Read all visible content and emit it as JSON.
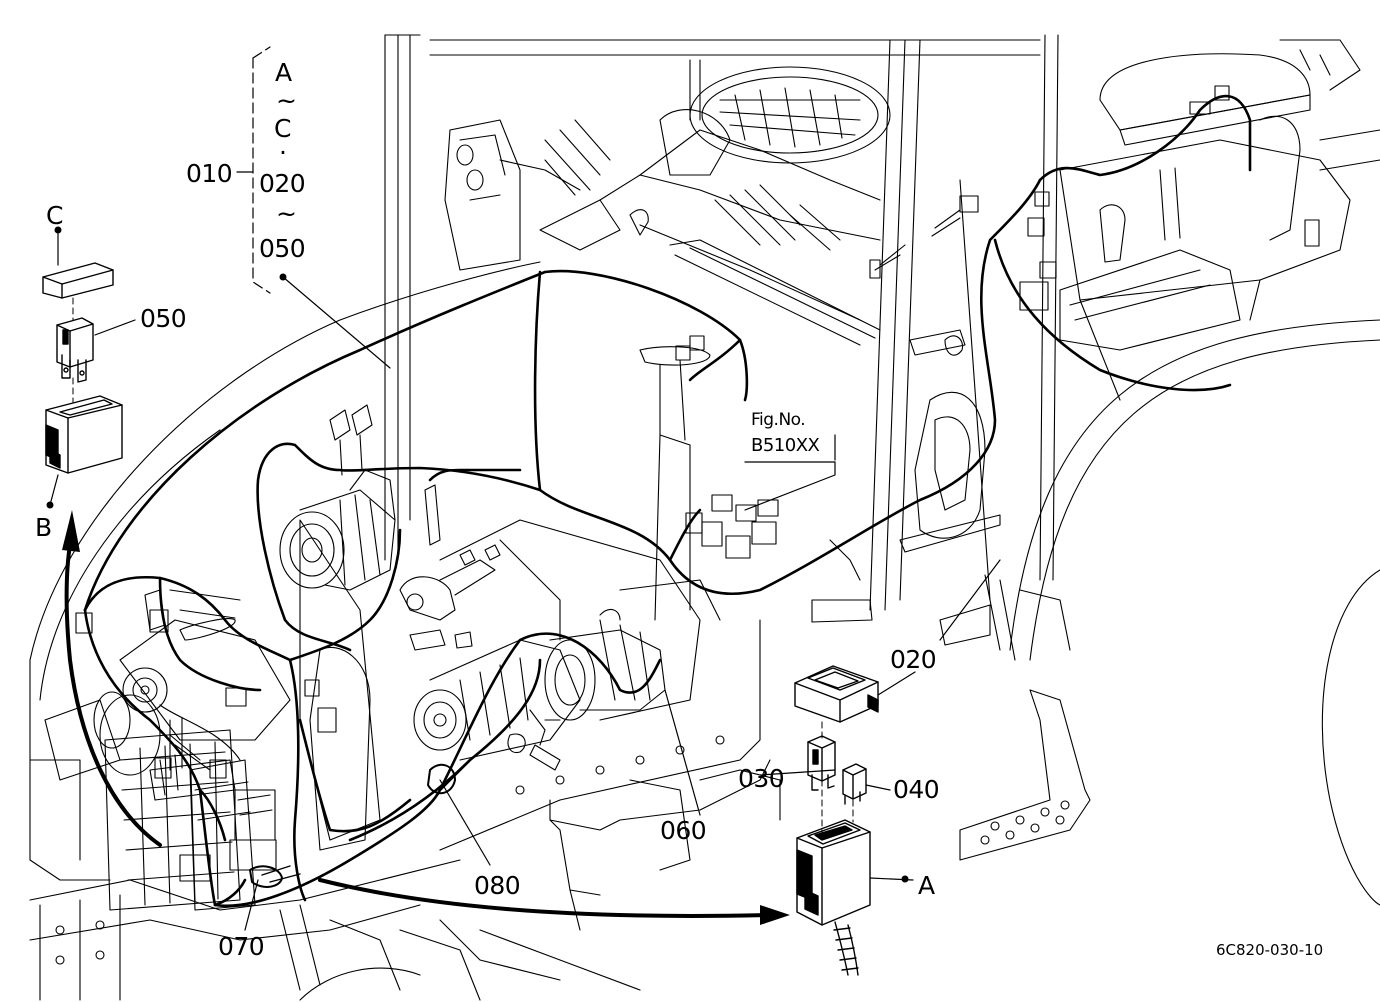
{
  "callouts": {
    "p010": "010",
    "p020": "020",
    "p030": "030",
    "p040": "040",
    "p050": "050",
    "p060": "060",
    "p070": "070",
    "p080": "080"
  },
  "range_bracket": {
    "line1": "A",
    "tilde1": "~",
    "line2": "C",
    "dot": "·",
    "line3": "020",
    "tilde2": "~",
    "line4": "050"
  },
  "detail_refs": {
    "a": "A",
    "b": "B",
    "c": "C"
  },
  "fig_ref": {
    "line1": "Fig.No.",
    "line2": "B510XX"
  },
  "drawing_code": "6C820-030-10"
}
